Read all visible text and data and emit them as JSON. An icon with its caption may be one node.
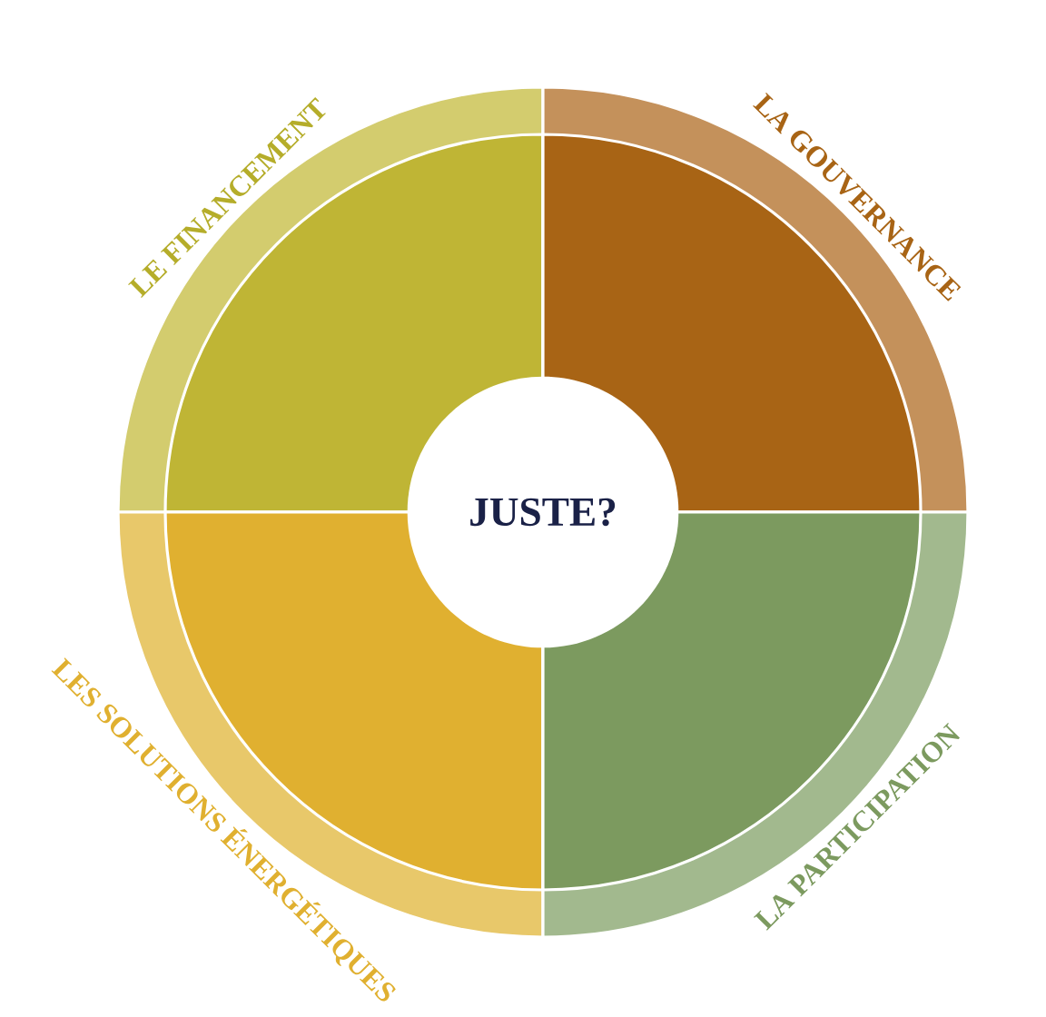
{
  "diagram": {
    "nodes": [
      {
        "text": [
          "LE FINANCEMENT"
        ]
      },
      {
        "text": [
          "LA GOUVERNANCE"
        ]
      },
      {
        "text": [
          "JUSTE?"
        ]
      },
      {
        "text": [
          "LES SOLUTIONS ÉNERGÉTIQUES"
        ]
      },
      {
        "text": [
          "LA PARTICIPATION"
        ]
      }
    ]
  }
}
